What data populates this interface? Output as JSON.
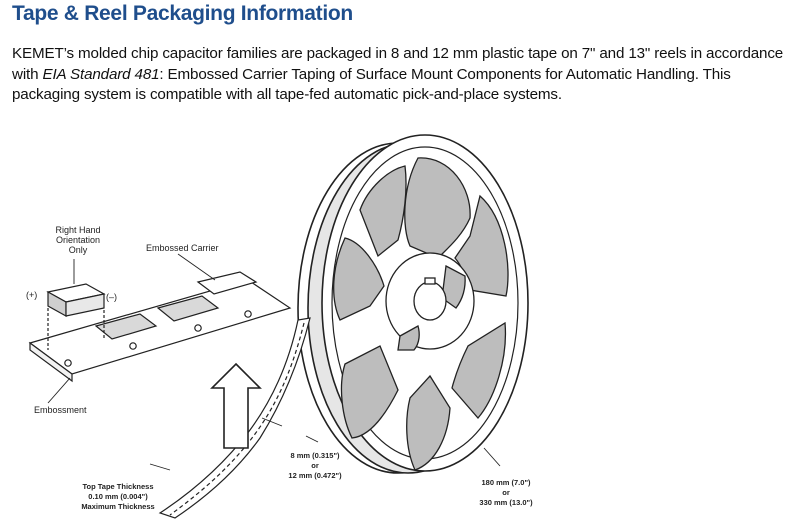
{
  "page": {
    "title": "Tape & Reel Packaging Information",
    "title_color": "#1f4e8c"
  },
  "intro": {
    "part1": "KEMET’s molded chip capacitor families are packaged in 8 and 12 mm plastic tape on 7\" and 13\" reels in accordance with ",
    "standard": "EIA Standard 481",
    "part2": ": Embossed Carrier Taping of Surface Mount Components for Automatic Handling. This packaging system is compatible with all tape-fed automatic pick-and-place systems."
  },
  "figure": {
    "orientation": [
      "Right Hand",
      "Orientation",
      "Only"
    ],
    "embossed_carrier": "Embossed Carrier",
    "plus": "(+)",
    "minus": "(–)",
    "embossment": "Embossment",
    "tape_width": [
      "8 mm (0.315\")",
      "or",
      "12 mm (0.472\")"
    ],
    "reel_diameter": [
      "180 mm (7.0\")",
      "or",
      "330 mm (13.0\")"
    ],
    "top_tape": [
      "Top Tape Thickness",
      "0.10 mm (0.004\")",
      "Maximum Thickness"
    ],
    "reel_fill": "#bdbdbd",
    "line_color": "#222222"
  }
}
